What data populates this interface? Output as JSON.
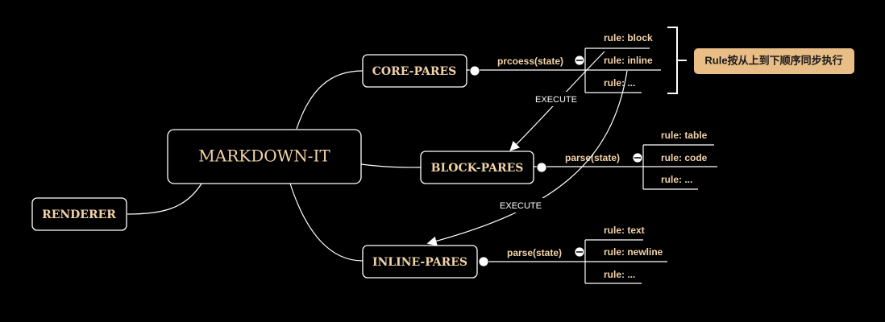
{
  "nodes": {
    "root": "MARKDOWN-IT",
    "renderer": "RENDERER",
    "core": "CORE-PARES",
    "block": "BLOCK-PARES",
    "inline": "INLINE-PARES"
  },
  "edge_labels": {
    "core": "prcoess(state)",
    "block": "parse(state)",
    "inline": "parse(state)",
    "execute_1": "EXECUTE",
    "execute_2": "EXECUTE"
  },
  "core_rules": [
    "rule: block",
    "rule: inline",
    "rule: ..."
  ],
  "block_rules": [
    "rule: table",
    "rule: code",
    "rule: ..."
  ],
  "inline_rules": [
    "rule: text",
    "rule: newline",
    "rule: ..."
  ],
  "callout": "Rule按从上到下顺序同步执行",
  "colors": {
    "background": "#000000",
    "node_text": "#f2d3a8",
    "line": "#ffffff",
    "callout_bg": "#e8bd86"
  }
}
